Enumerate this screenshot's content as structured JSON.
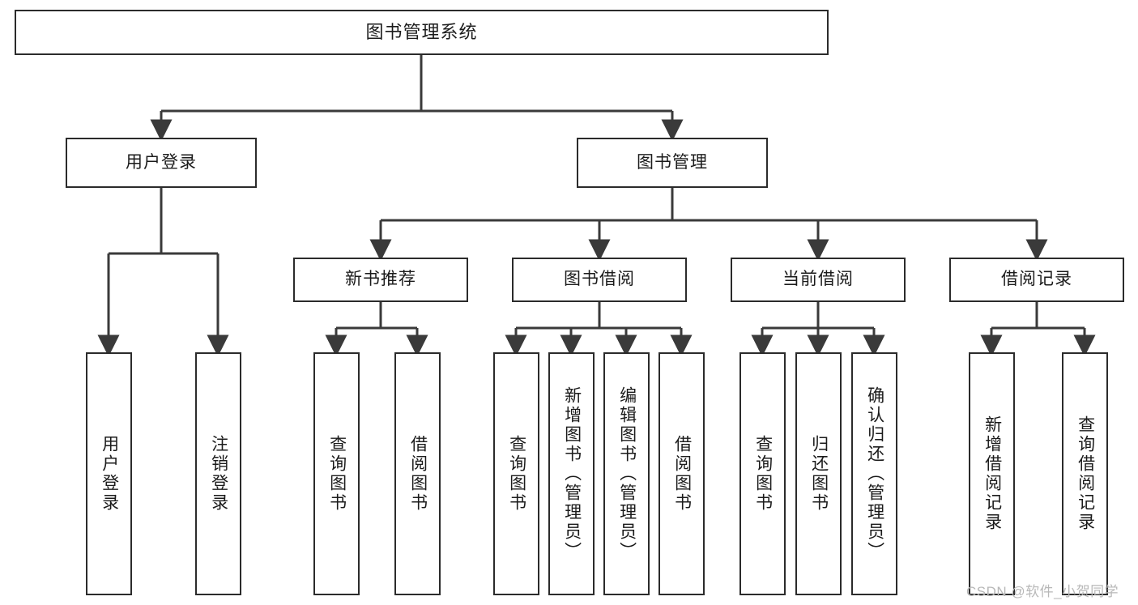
{
  "diagram": {
    "title": "图书管理系统",
    "type": "tree-hierarchy",
    "watermark": "CSDN @软件_小贺同学",
    "colors": {
      "box_border": "#2b2b2b",
      "box_fill": "#ffffff",
      "connector": "#3a3a3a",
      "text": "#1b1b1b",
      "watermark": "#b8b8b8",
      "background": "#ffffff"
    },
    "root": {
      "label": "图书管理系统"
    },
    "level2": [
      {
        "label": "用户登录"
      },
      {
        "label": "图书管理"
      }
    ],
    "level3": [
      {
        "label": "新书推荐"
      },
      {
        "label": "图书借阅"
      },
      {
        "label": "当前借阅"
      },
      {
        "label": "借阅记录"
      }
    ],
    "leaves": {
      "user_login": [
        {
          "label": "用户登录"
        },
        {
          "label": "注销登录"
        }
      ],
      "new_book_recommend": [
        {
          "label": "查询图书"
        },
        {
          "label": "借阅图书"
        }
      ],
      "book_borrow": [
        {
          "label": "查询图书"
        },
        {
          "label": "新增图书（管理员）"
        },
        {
          "label": "编辑图书（管理员）"
        },
        {
          "label": "借阅图书"
        }
      ],
      "current_borrow": [
        {
          "label": "查询图书"
        },
        {
          "label": "归还图书"
        },
        {
          "label": "确认归还（管理员）"
        }
      ],
      "borrow_record": [
        {
          "label": "新增借阅记录"
        },
        {
          "label": "查询借阅记录"
        }
      ]
    }
  }
}
